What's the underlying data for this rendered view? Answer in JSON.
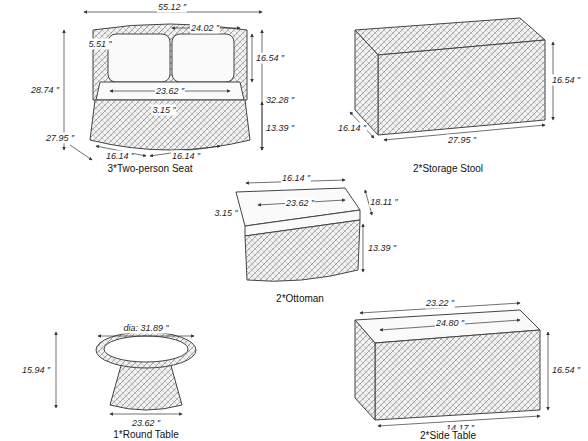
{
  "diagram": {
    "labels": [
      "55.12 ″",
      "24.02 ″",
      "5.51 ″",
      "16.54 ″",
      "28.74 ″",
      "23.62 ″",
      "3.15 ″",
      "32.28 ″",
      "13.39 ″",
      "27.95 ″",
      "16.14 ″",
      "16.14 ″",
      "3*Two-person Seat",
      "16.54 ″",
      "16.14 ″",
      "27.95 ″",
      "2*Storage Stool",
      "16.14 ″",
      "3.15 ″",
      "23.62 ″",
      "18.11 ″",
      "13.39 ″",
      "2*Ottoman",
      "dia: 31.89 ″",
      "15.94 ″",
      "23.62 ″",
      "1*Round Table",
      "23.22 ″",
      "24.80 ″",
      "16.54 ″",
      "14.17 ″",
      "2*Side Table"
    ]
  }
}
